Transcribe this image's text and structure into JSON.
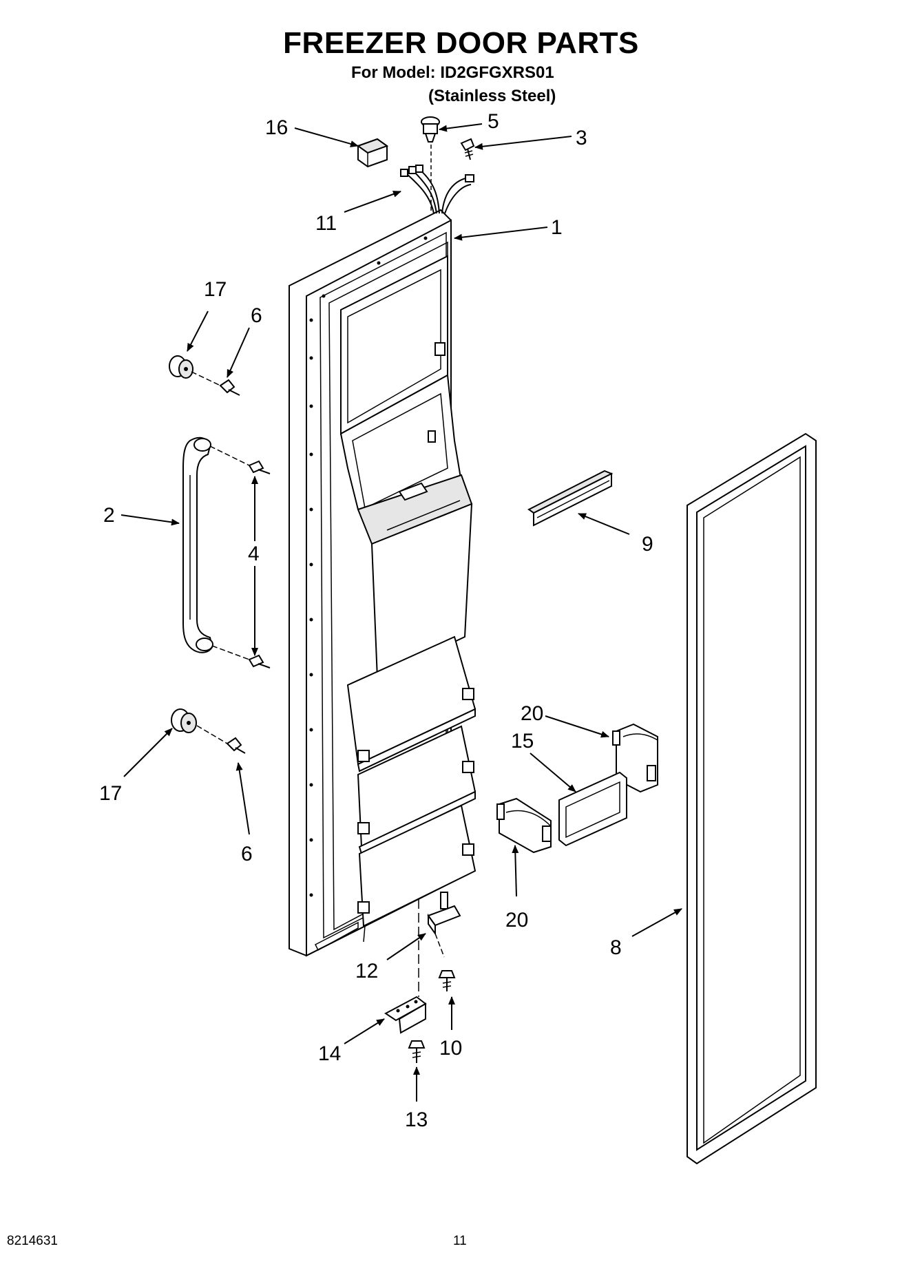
{
  "header": {
    "title": "FREEZER DOOR PARTS",
    "model": "For Model: ID2GFGXRS01",
    "finish": "(Stainless Steel)"
  },
  "callouts": [
    "16",
    "5",
    "3",
    "11",
    "1",
    "17",
    "6",
    "2",
    "4",
    "9",
    "20",
    "15",
    "17",
    "6",
    "20",
    "8",
    "12",
    "14",
    "10",
    "13"
  ],
  "footer": {
    "doc_number": "8214631",
    "page_number": "11"
  }
}
